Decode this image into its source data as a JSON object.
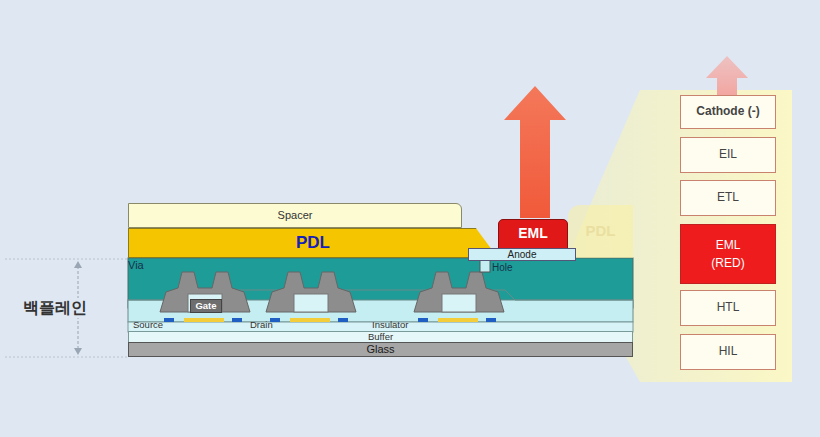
{
  "diagram": {
    "nodes": [
      {
        "text": [
          "Spacer"
        ]
      },
      {
        "text": [
          "PDL"
        ]
      },
      {
        "text": [
          "EML"
        ]
      },
      {
        "text": [
          "PDL"
        ]
      },
      {
        "text": [
          "Via"
        ]
      },
      {
        "text": [
          "Anode"
        ]
      },
      {
        "text": [
          "Gate"
        ]
      },
      {
        "text": [
          "Buffer"
        ]
      },
      {
        "text": [
          "Glass"
        ]
      },
      {
        "text": [
          "Cathode (-)"
        ]
      },
      {
        "text": [
          "EIL"
        ]
      },
      {
        "text": [
          "ETL"
        ]
      },
      {
        "text": [
          "EML (RED)"
        ]
      },
      {
        "text": [
          "HTL"
        ]
      },
      {
        "text": [
          "HIL"
        ]
      }
    ],
    "labels": [
      "Hole",
      "Source",
      "Drain",
      "Insulator",
      "백플레인"
    ]
  }
}
